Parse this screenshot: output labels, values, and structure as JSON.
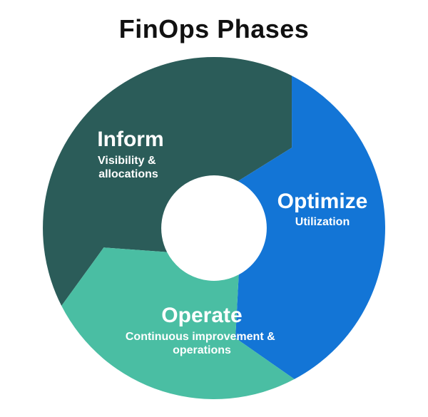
{
  "title": "FinOps Phases",
  "colors": {
    "title": "#111111",
    "label_text": "#FFFFFF",
    "background": "#FFFFFF",
    "inform": "#2B5C59",
    "optimize": "#1375D6",
    "operate": "#4ABEA3"
  },
  "segments": [
    {
      "name": "Inform",
      "subtitle_lines": [
        "Visibility &",
        "allocations"
      ],
      "color": "#2B5C59"
    },
    {
      "name": "Optimize",
      "subtitle_lines": [
        "Utilization"
      ],
      "color": "#1375D6"
    },
    {
      "name": "Operate",
      "subtitle_lines": [
        "Continuous improvement &",
        "operations"
      ],
      "color": "#4ABEA3"
    }
  ]
}
